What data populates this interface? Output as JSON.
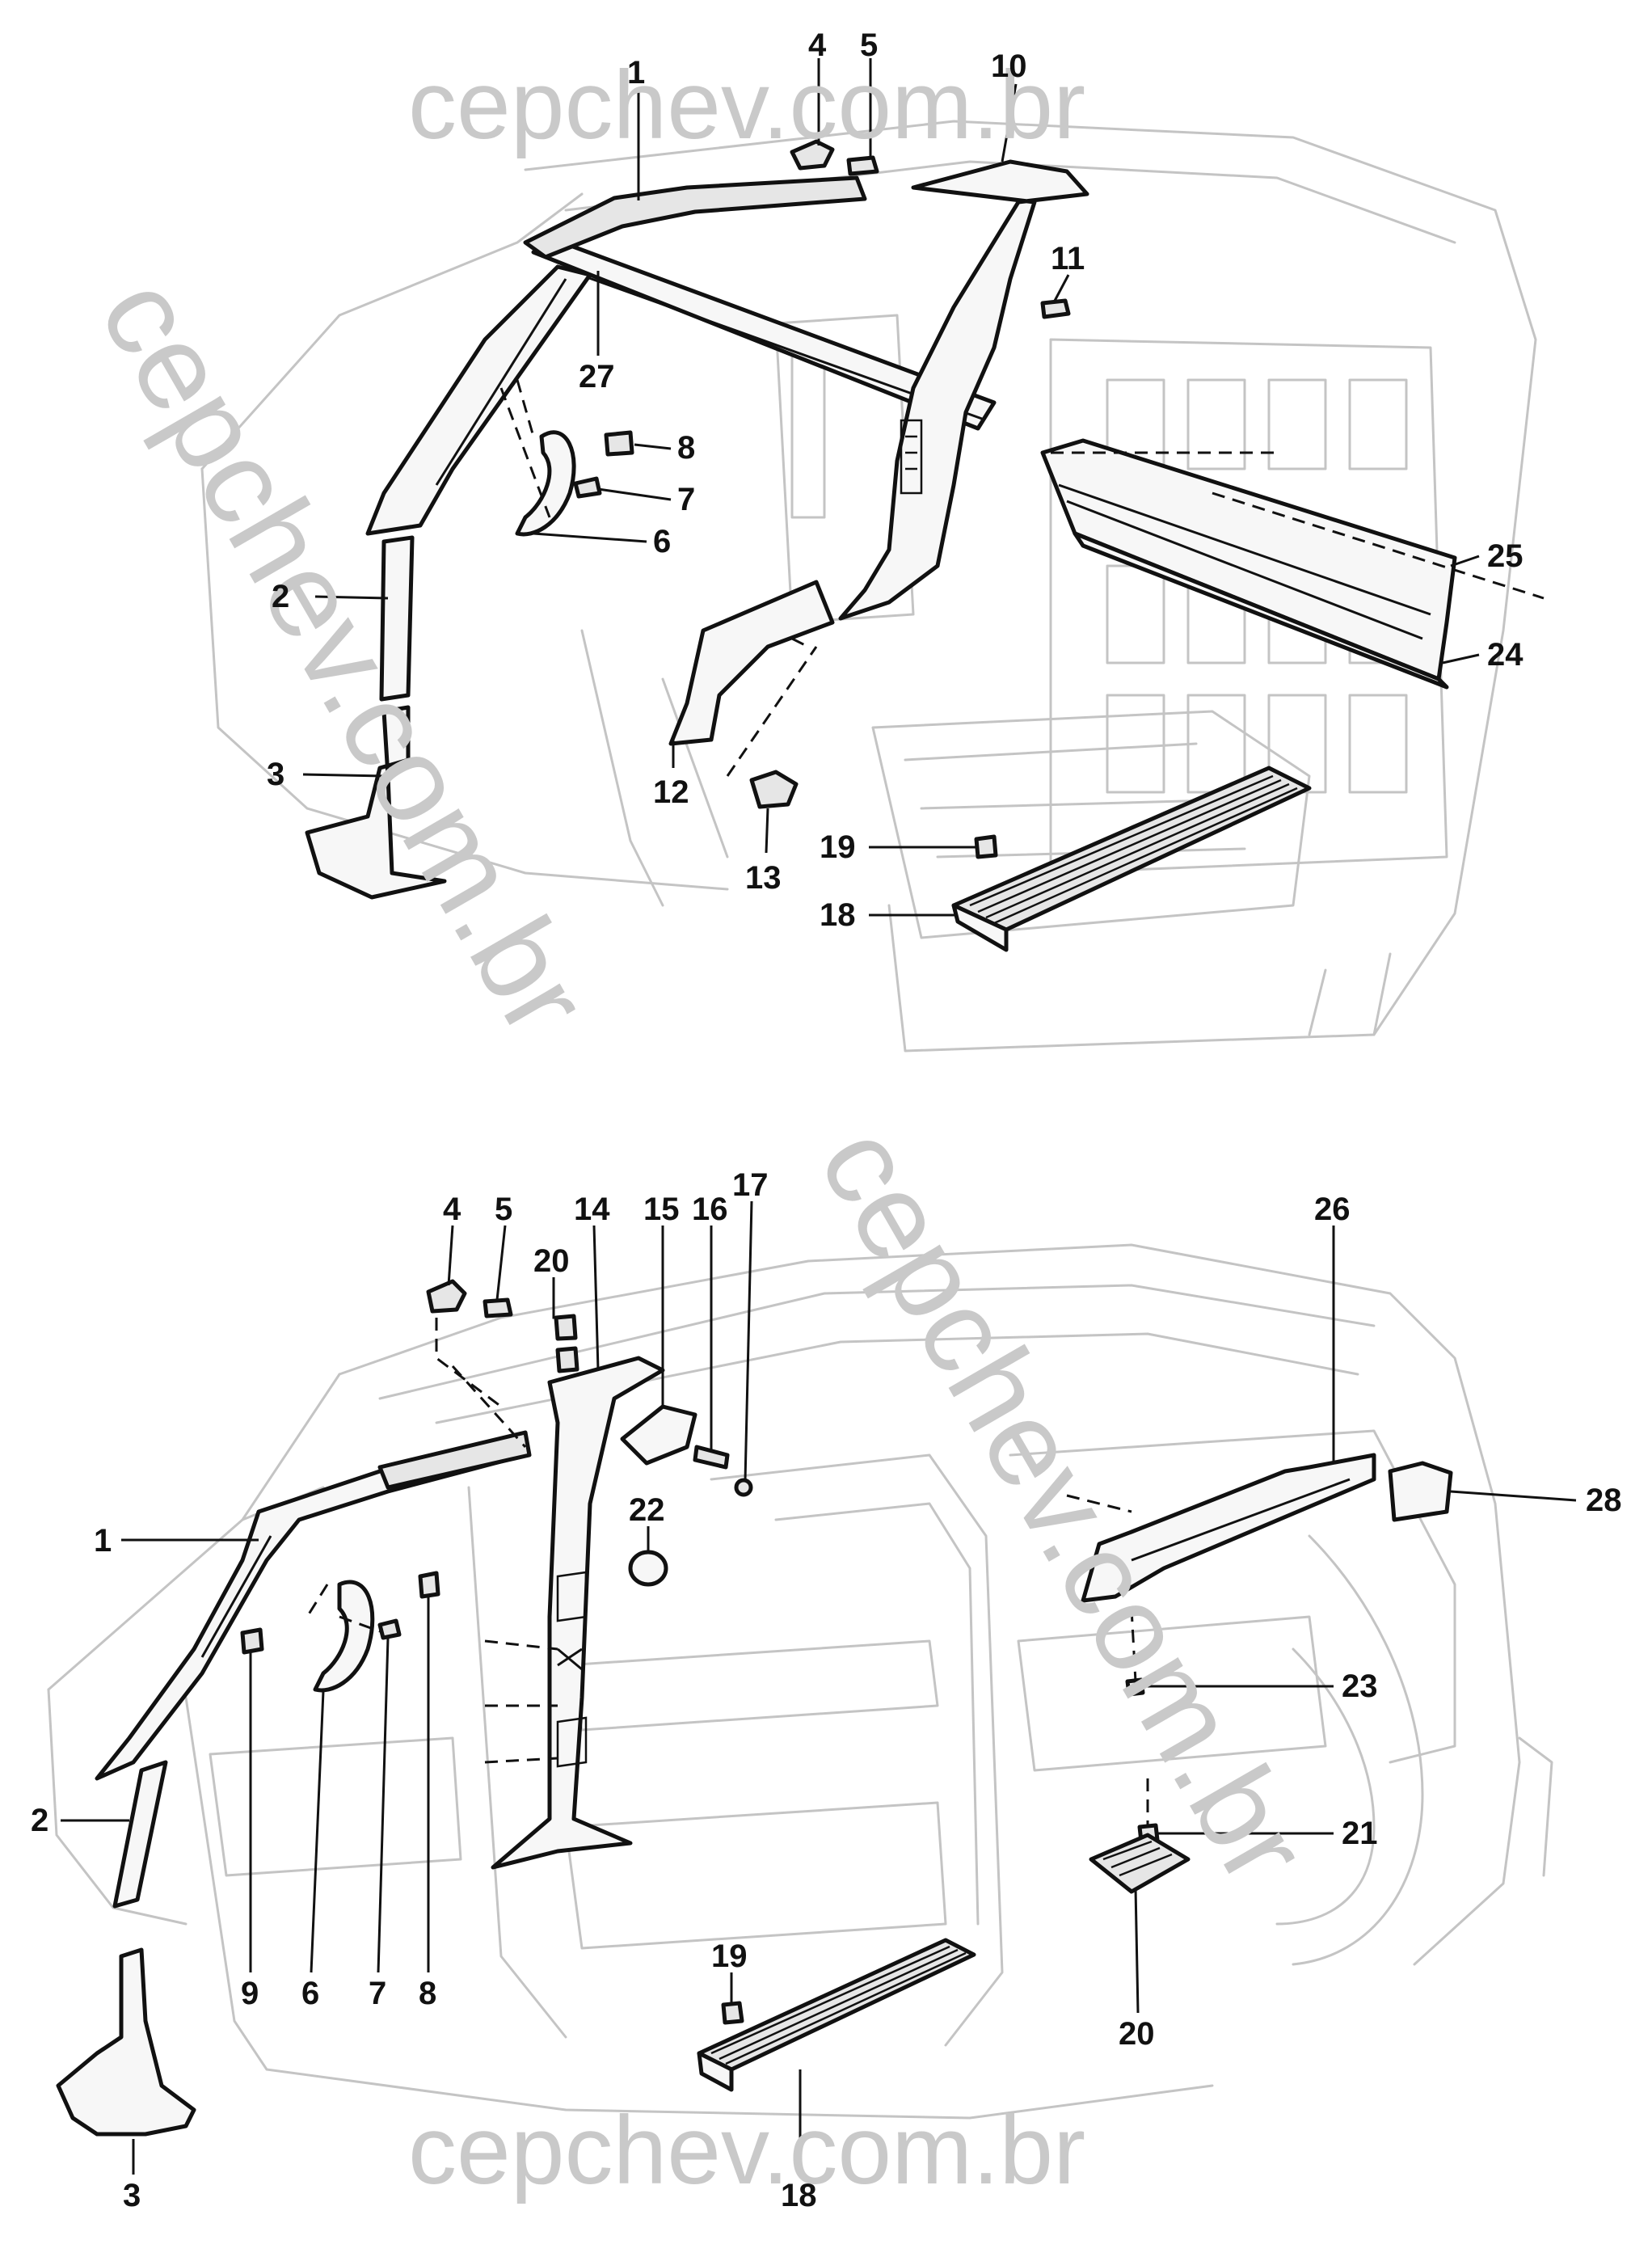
{
  "watermark": {
    "text": "cepchev.com.br",
    "color": "#c9c9c9"
  },
  "top_diagram": {
    "callouts": [
      "1",
      "4",
      "5",
      "10",
      "11",
      "27",
      "8",
      "7",
      "6",
      "2",
      "3",
      "25",
      "24",
      "12",
      "13",
      "19",
      "18"
    ]
  },
  "bottom_diagram": {
    "callouts": [
      "4",
      "5",
      "14",
      "15",
      "16",
      "17",
      "20",
      "26",
      "28",
      "1",
      "22",
      "23",
      "21",
      "2",
      "9",
      "6",
      "7",
      "8",
      "19",
      "20",
      "3",
      "18"
    ]
  }
}
